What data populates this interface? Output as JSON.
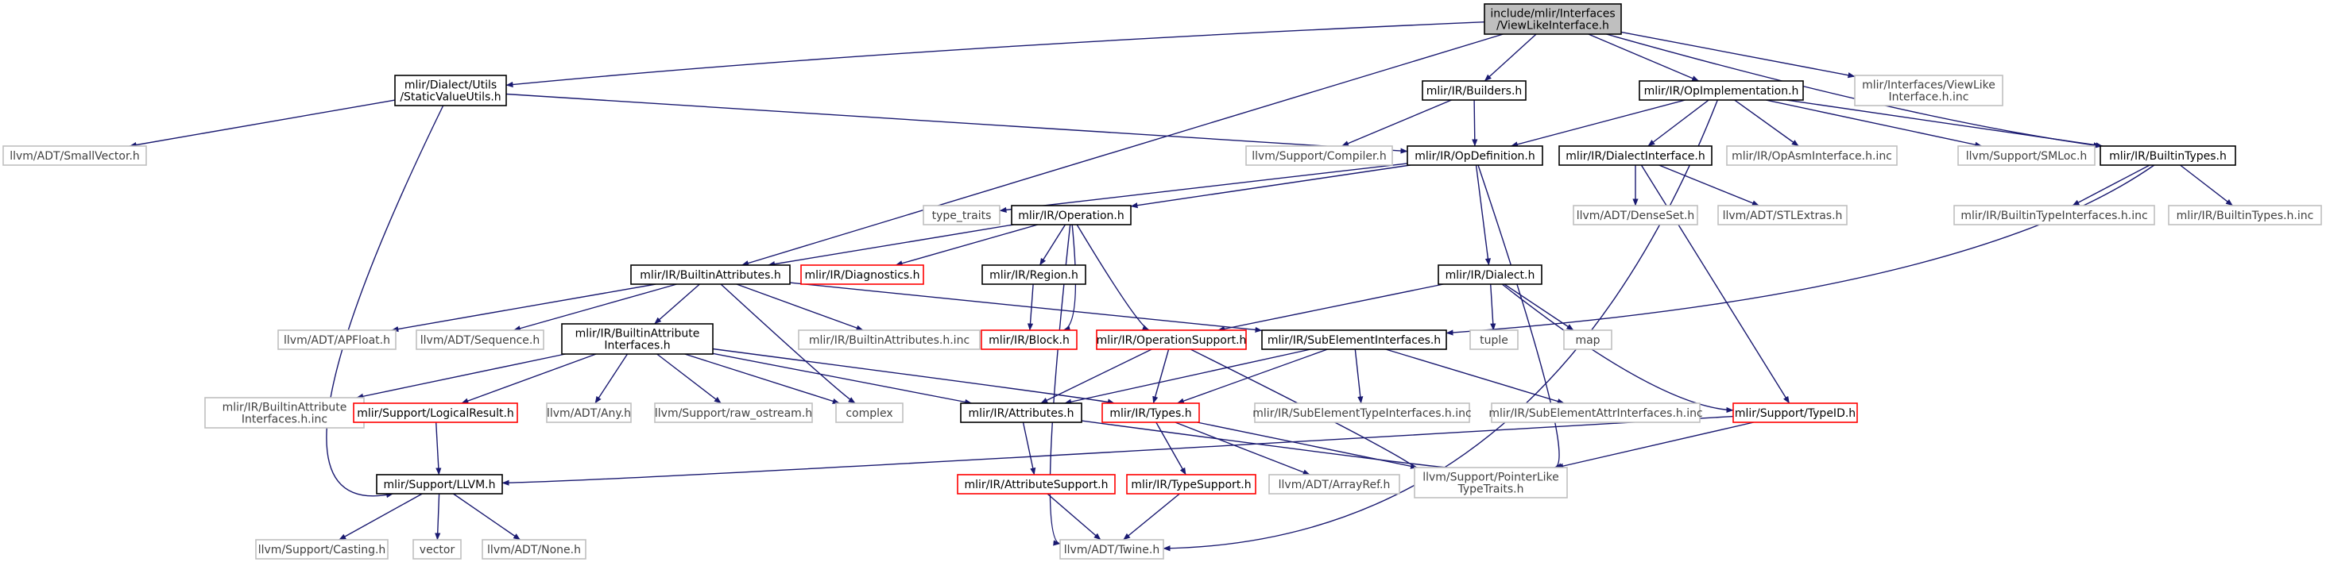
{
  "graph": {
    "colors": {
      "edge": "#191970",
      "root_fill": "#bfbfbf",
      "default_border": "#000000",
      "external_border": "#bfbfbf",
      "error_border": "#ff0000",
      "default_text": "#000000",
      "external_text": "#404040"
    },
    "nodes": [
      {
        "id": "root",
        "lines": [
          "include/mlir/Interfaces",
          "/ViewLikeInterface.h"
        ],
        "kind": "root"
      },
      {
        "id": "staticvalue",
        "lines": [
          "mlir/Dialect/Utils",
          "/StaticValueUtils.h"
        ],
        "kind": "default"
      },
      {
        "id": "builders",
        "lines": [
          "mlir/IR/Builders.h"
        ],
        "kind": "default"
      },
      {
        "id": "opimpl",
        "lines": [
          "mlir/IR/OpImplementation.h"
        ],
        "kind": "default"
      },
      {
        "id": "viewlikeinc",
        "lines": [
          "mlir/Interfaces/ViewLike",
          "Interface.h.inc"
        ],
        "kind": "external"
      },
      {
        "id": "smallvector",
        "lines": [
          "llvm/ADT/SmallVector.h"
        ],
        "kind": "external"
      },
      {
        "id": "compiler",
        "lines": [
          "llvm/Support/Compiler.h"
        ],
        "kind": "external"
      },
      {
        "id": "opdef",
        "lines": [
          "mlir/IR/OpDefinition.h"
        ],
        "kind": "default"
      },
      {
        "id": "dialectiface",
        "lines": [
          "mlir/IR/DialectInterface.h"
        ],
        "kind": "default"
      },
      {
        "id": "opasminc",
        "lines": [
          "mlir/IR/OpAsmInterface.h.inc"
        ],
        "kind": "external"
      },
      {
        "id": "smloc",
        "lines": [
          "llvm/Support/SMLoc.h"
        ],
        "kind": "external"
      },
      {
        "id": "builtintypes",
        "lines": [
          "mlir/IR/BuiltinTypes.h"
        ],
        "kind": "default"
      },
      {
        "id": "typetraits",
        "lines": [
          "type_traits"
        ],
        "kind": "external"
      },
      {
        "id": "operation",
        "lines": [
          "mlir/IR/Operation.h"
        ],
        "kind": "default"
      },
      {
        "id": "denseset",
        "lines": [
          "llvm/ADT/DenseSet.h"
        ],
        "kind": "external"
      },
      {
        "id": "stlextras",
        "lines": [
          "llvm/ADT/STLExtras.h"
        ],
        "kind": "external"
      },
      {
        "id": "builtintypeifaceinc",
        "lines": [
          "mlir/IR/BuiltinTypeInterfaces.h.inc"
        ],
        "kind": "external"
      },
      {
        "id": "builtintypesinc",
        "lines": [
          "mlir/IR/BuiltinTypes.h.inc"
        ],
        "kind": "external"
      },
      {
        "id": "builtinattrs",
        "lines": [
          "mlir/IR/BuiltinAttributes.h"
        ],
        "kind": "default"
      },
      {
        "id": "diagnostics",
        "lines": [
          "mlir/IR/Diagnostics.h"
        ],
        "kind": "error"
      },
      {
        "id": "region",
        "lines": [
          "mlir/IR/Region.h"
        ],
        "kind": "default"
      },
      {
        "id": "dialect",
        "lines": [
          "mlir/IR/Dialect.h"
        ],
        "kind": "default"
      },
      {
        "id": "apfloat",
        "lines": [
          "llvm/ADT/APFloat.h"
        ],
        "kind": "external"
      },
      {
        "id": "sequence",
        "lines": [
          "llvm/ADT/Sequence.h"
        ],
        "kind": "external"
      },
      {
        "id": "builtinattrifaces",
        "lines": [
          "mlir/IR/BuiltinAttribute",
          "Interfaces.h"
        ],
        "kind": "default"
      },
      {
        "id": "builtinattrsinc",
        "lines": [
          "mlir/IR/BuiltinAttributes.h.inc"
        ],
        "kind": "external"
      },
      {
        "id": "block",
        "lines": [
          "mlir/IR/Block.h"
        ],
        "kind": "error"
      },
      {
        "id": "opsupport",
        "lines": [
          "mlir/IR/OperationSupport.h"
        ],
        "kind": "error"
      },
      {
        "id": "subelemifaces",
        "lines": [
          "mlir/IR/SubElementInterfaces.h"
        ],
        "kind": "default"
      },
      {
        "id": "tuple",
        "lines": [
          "tuple"
        ],
        "kind": "external"
      },
      {
        "id": "map",
        "lines": [
          "map"
        ],
        "kind": "external"
      },
      {
        "id": "builtinattrifacesinc",
        "lines": [
          "mlir/IR/BuiltinAttribute",
          "Interfaces.h.inc"
        ],
        "kind": "external"
      },
      {
        "id": "logicalresult",
        "lines": [
          "mlir/Support/LogicalResult.h"
        ],
        "kind": "error"
      },
      {
        "id": "any",
        "lines": [
          "llvm/ADT/Any.h"
        ],
        "kind": "external"
      },
      {
        "id": "rawostream",
        "lines": [
          "llvm/Support/raw_ostream.h"
        ],
        "kind": "external"
      },
      {
        "id": "complex",
        "lines": [
          "complex"
        ],
        "kind": "external"
      },
      {
        "id": "attributes",
        "lines": [
          "mlir/IR/Attributes.h"
        ],
        "kind": "default"
      },
      {
        "id": "types",
        "lines": [
          "mlir/IR/Types.h"
        ],
        "kind": "error"
      },
      {
        "id": "subelemtypeinc",
        "lines": [
          "mlir/IR/SubElementTypeInterfaces.h.inc"
        ],
        "kind": "external"
      },
      {
        "id": "subelemattrinc",
        "lines": [
          "mlir/IR/SubElementAttrInterfaces.h.inc"
        ],
        "kind": "external"
      },
      {
        "id": "typeid",
        "lines": [
          "mlir/Support/TypeID.h"
        ],
        "kind": "error"
      },
      {
        "id": "llvmh",
        "lines": [
          "mlir/Support/LLVM.h"
        ],
        "kind": "default"
      },
      {
        "id": "attrsupport",
        "lines": [
          "mlir/IR/AttributeSupport.h"
        ],
        "kind": "error"
      },
      {
        "id": "typesupport",
        "lines": [
          "mlir/IR/TypeSupport.h"
        ],
        "kind": "error"
      },
      {
        "id": "arrayref",
        "lines": [
          "llvm/ADT/ArrayRef.h"
        ],
        "kind": "external"
      },
      {
        "id": "pointerlike",
        "lines": [
          "llvm/Support/PointerLike",
          "TypeTraits.h"
        ],
        "kind": "external"
      },
      {
        "id": "casting",
        "lines": [
          "llvm/Support/Casting.h"
        ],
        "kind": "external"
      },
      {
        "id": "vector",
        "lines": [
          "vector"
        ],
        "kind": "external"
      },
      {
        "id": "none",
        "lines": [
          "llvm/ADT/None.h"
        ],
        "kind": "external"
      },
      {
        "id": "twine",
        "lines": [
          "llvm/ADT/Twine.h"
        ],
        "kind": "external"
      }
    ],
    "edges": [
      [
        "root",
        "staticvalue"
      ],
      [
        "root",
        "builders"
      ],
      [
        "root",
        "opimpl"
      ],
      [
        "root",
        "viewlikeinc"
      ],
      [
        "root",
        "builtinattrs"
      ],
      [
        "root",
        "builtintypes"
      ],
      [
        "staticvalue",
        "smallvector"
      ],
      [
        "staticvalue",
        "opdef"
      ],
      [
        "staticvalue",
        "llvmh"
      ],
      [
        "builders",
        "compiler"
      ],
      [
        "builders",
        "opdef"
      ],
      [
        "opimpl",
        "opdef"
      ],
      [
        "opimpl",
        "dialectiface"
      ],
      [
        "opimpl",
        "opasminc"
      ],
      [
        "opimpl",
        "smloc"
      ],
      [
        "opimpl",
        "builtintypes"
      ],
      [
        "opimpl",
        "twine"
      ],
      [
        "opdef",
        "typetraits"
      ],
      [
        "opdef",
        "operation"
      ],
      [
        "opdef",
        "dialect"
      ],
      [
        "opdef",
        "pointerlike"
      ],
      [
        "dialectiface",
        "denseset"
      ],
      [
        "dialectiface",
        "stlextras"
      ],
      [
        "dialectiface",
        "typeid"
      ],
      [
        "builtintypes",
        "builtintypeifaceinc"
      ],
      [
        "builtintypes",
        "builtintypesinc"
      ],
      [
        "builtintypes",
        "subelemifaces"
      ],
      [
        "operation",
        "builtinattrs"
      ],
      [
        "operation",
        "diagnostics"
      ],
      [
        "operation",
        "region"
      ],
      [
        "operation",
        "block"
      ],
      [
        "operation",
        "opsupport"
      ],
      [
        "operation",
        "twine"
      ],
      [
        "region",
        "block"
      ],
      [
        "builtinattrs",
        "apfloat"
      ],
      [
        "builtinattrs",
        "sequence"
      ],
      [
        "builtinattrs",
        "builtinattrifaces"
      ],
      [
        "builtinattrs",
        "builtinattrsinc"
      ],
      [
        "builtinattrs",
        "subelemifaces"
      ],
      [
        "builtinattrs",
        "complex"
      ],
      [
        "dialect",
        "opsupport"
      ],
      [
        "dialect",
        "tuple"
      ],
      [
        "dialect",
        "map"
      ],
      [
        "dialect",
        "typeid"
      ],
      [
        "builtinattrifaces",
        "builtinattrifacesinc"
      ],
      [
        "builtinattrifaces",
        "logicalresult"
      ],
      [
        "builtinattrifaces",
        "any"
      ],
      [
        "builtinattrifaces",
        "rawostream"
      ],
      [
        "builtinattrifaces",
        "complex"
      ],
      [
        "builtinattrifaces",
        "attributes"
      ],
      [
        "builtinattrifaces",
        "types"
      ],
      [
        "opsupport",
        "attributes"
      ],
      [
        "opsupport",
        "types"
      ],
      [
        "opsupport",
        "pointerlike"
      ],
      [
        "subelemifaces",
        "attributes"
      ],
      [
        "subelemifaces",
        "types"
      ],
      [
        "subelemifaces",
        "subelemtypeinc"
      ],
      [
        "subelemifaces",
        "subelemattrinc"
      ],
      [
        "logicalresult",
        "llvmh"
      ],
      [
        "attributes",
        "attrsupport"
      ],
      [
        "attributes",
        "pointerlike"
      ],
      [
        "types",
        "typesupport"
      ],
      [
        "types",
        "arrayref"
      ],
      [
        "types",
        "pointerlike"
      ],
      [
        "typeid",
        "llvmh"
      ],
      [
        "typeid",
        "pointerlike"
      ],
      [
        "llvmh",
        "casting"
      ],
      [
        "llvmh",
        "vector"
      ],
      [
        "llvmh",
        "none"
      ],
      [
        "attrsupport",
        "twine"
      ],
      [
        "typesupport",
        "twine"
      ]
    ]
  }
}
